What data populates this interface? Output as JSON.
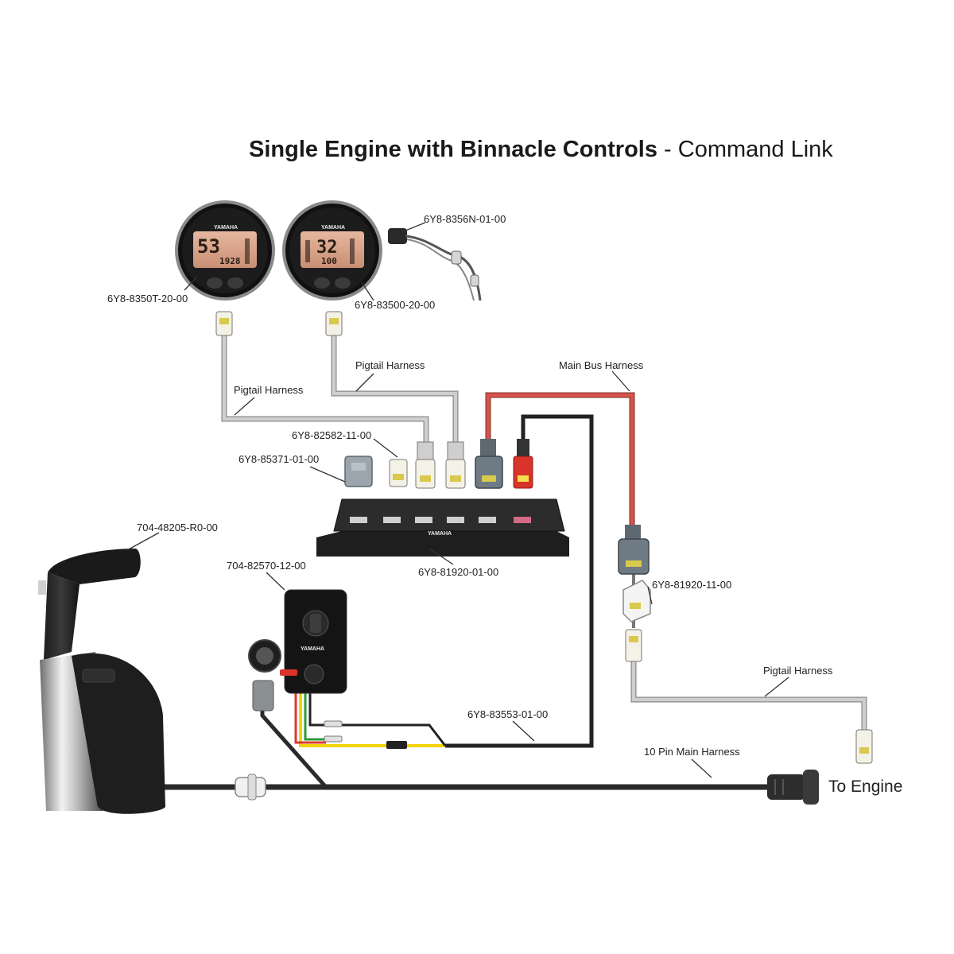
{
  "title": {
    "bold": "Single Engine with Binnacle Controls",
    "separator": " - ",
    "light": "Command Link"
  },
  "gauges": [
    {
      "part": "6Y8-8350T-20-00",
      "brand": "YAMAHA",
      "reading_main": "53",
      "reading_sub": "1928"
    },
    {
      "part": "6Y8-83500-20-00",
      "brand": "YAMAHA",
      "reading_main": "32",
      "reading_sub": "100"
    }
  ],
  "labels": {
    "fuel_harness": "6Y8-8356N-01-00",
    "pigtail_left": "Pigtail Harness",
    "pigtail_mid": "Pigtail Harness",
    "main_bus": "Main Bus Harness",
    "pigtail_right": "Pigtail Harness",
    "hub_cap": "6Y8-82582-11-00",
    "hub_plug": "6Y8-85371-01-00",
    "hub": "6Y8-81920-01-00",
    "control_lever": "704-48205-R0-00",
    "key_switch": "704-82570-12-00",
    "bus_connector": "6Y8-81920-11-00",
    "switch_harness": "6Y8-83553-01-00",
    "main_harness": "10 Pin Main Harness",
    "to_engine": "To Engine"
  },
  "hub_brand": "YAMAHA",
  "key_panel_brand": "YAMAHA",
  "colors": {
    "bus_red": "#d9534a",
    "harness_gray": "#c9c9c9",
    "cable_black": "#333333",
    "wire_yellow": "#f2d400",
    "wire_green": "#2e9a3a"
  }
}
